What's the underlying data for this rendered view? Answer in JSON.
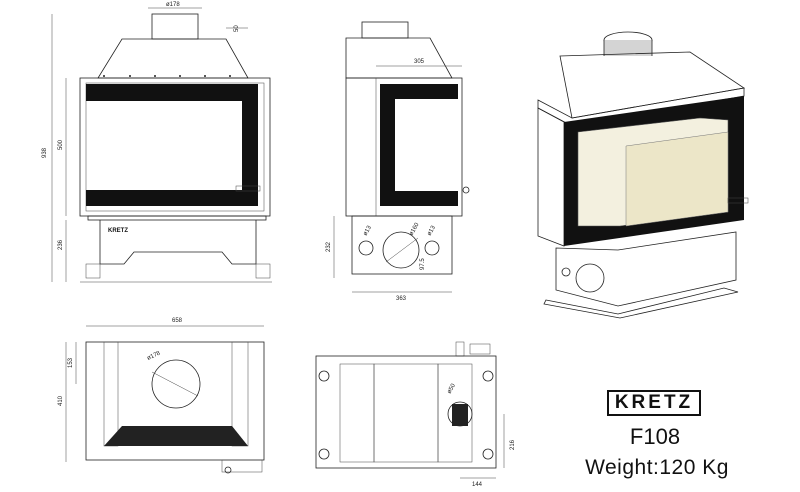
{
  "brand": "KRETZ",
  "model": "F108",
  "weight": "Weight:120 Kg",
  "front_view": {
    "dim_flue": "ø178",
    "dim_top": "50",
    "dim_total_height": "938",
    "dim_body_height": "500",
    "dim_base_height": "236",
    "plate_logo": "KRETZ"
  },
  "side_view": {
    "dim_depth": "305",
    "dim_base_height": "232",
    "dim_base_width": "363",
    "dim_hole_a": "ø13",
    "dim_hole_b": "ø13",
    "dim_hole_center": "ø160",
    "dim_offset": "97.5"
  },
  "top_view": {
    "dim_width": "658",
    "dim_depth": "410",
    "dim_flue_offset": "153",
    "dim_flue": "ø178"
  },
  "bottom_view": {
    "dim_air": "ø50",
    "dim_height": "216",
    "dim_offset": "144"
  }
}
